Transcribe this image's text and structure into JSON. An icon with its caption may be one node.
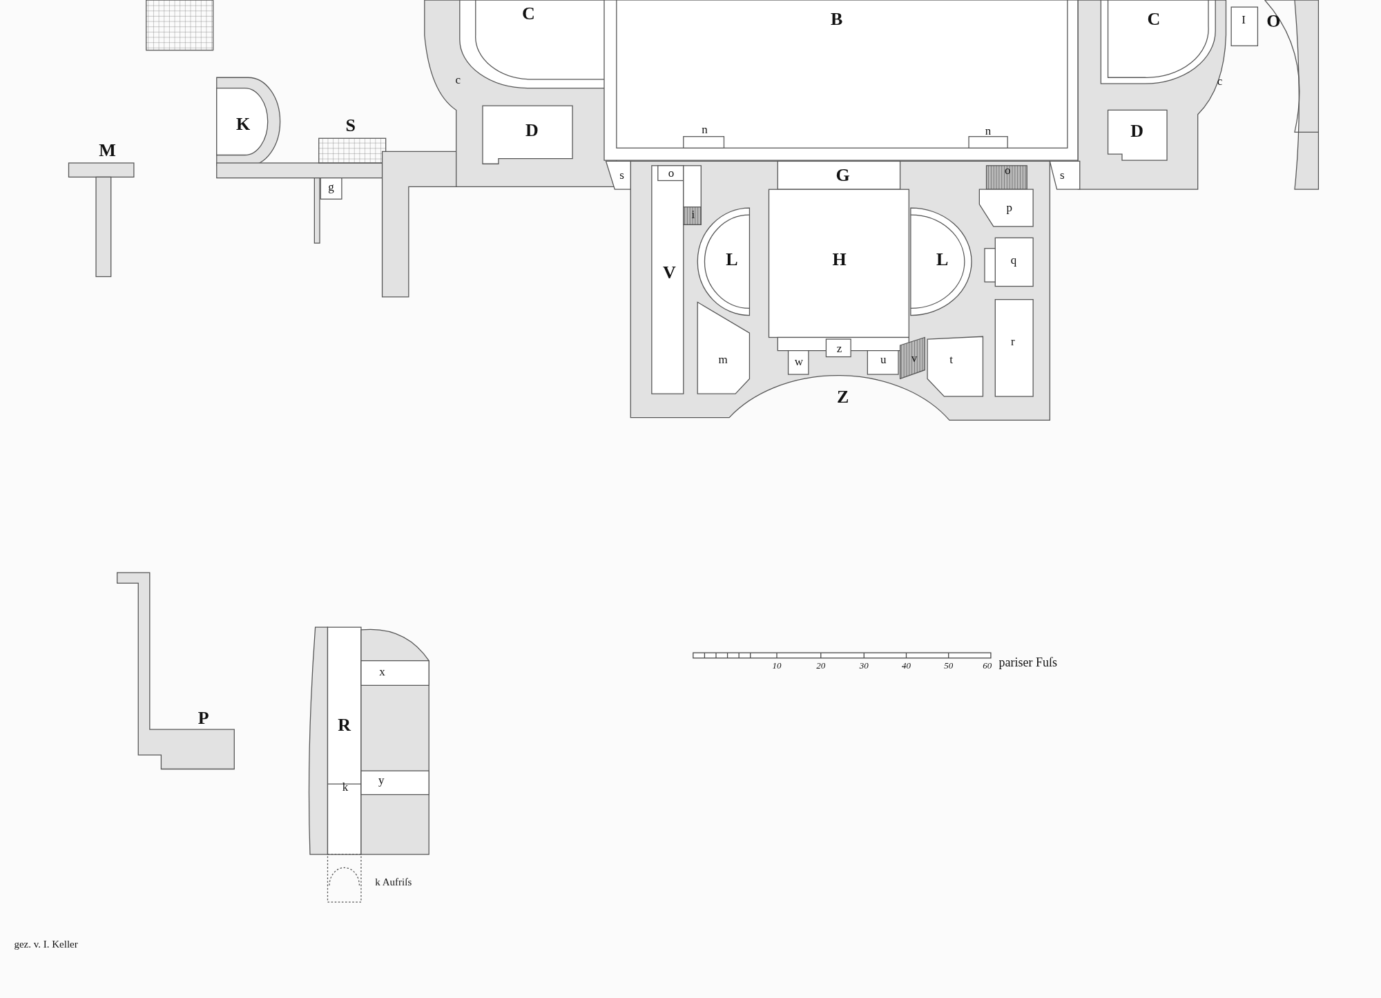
{
  "diagram": {
    "labels": [
      "C",
      "B",
      "C",
      "I",
      "O",
      "c",
      "c",
      "K",
      "S",
      "D",
      "n",
      "n",
      "D",
      "M",
      "s",
      "o",
      "G",
      "o",
      "s",
      "g",
      "p",
      "i",
      "L",
      "H",
      "L",
      "q",
      "V",
      "r",
      "z",
      "m",
      "w",
      "u",
      "v",
      "t",
      "Z",
      "10",
      "20",
      "30",
      "40",
      "50",
      "60",
      "pariser Fuſs",
      "x",
      "P",
      "R",
      "y",
      "k",
      "k Aufriſs",
      "gez. v. I. Keller"
    ]
  }
}
